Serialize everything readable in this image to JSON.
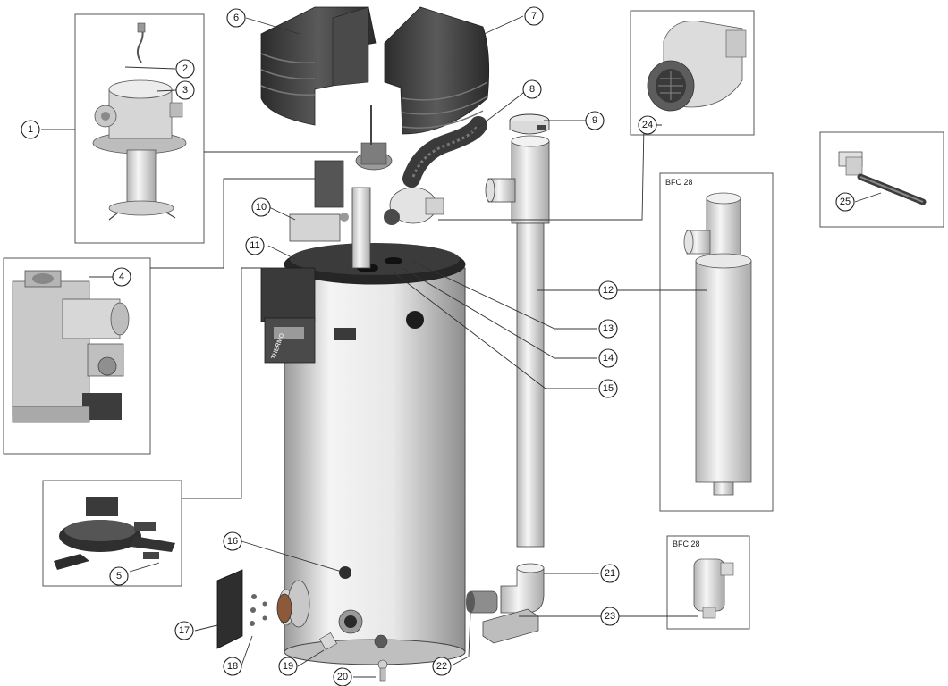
{
  "colors": {
    "part_fill": "#cfcfcf",
    "part_dark": "#3a3a3a",
    "part_mid": "#8a8a8a",
    "tank_light": "#e6e6e6",
    "line": "#333333",
    "background": "#ffffff"
  },
  "detail_boxes": {
    "bfc_large_label": "BFC 28",
    "bfc_small_label": "BFC 28"
  },
  "tank_labels": {
    "thermo": "THERMO"
  },
  "callouts": [
    "1",
    "2",
    "3",
    "4",
    "5",
    "6",
    "7",
    "8",
    "9",
    "10",
    "11",
    "12",
    "13",
    "14",
    "15",
    "16",
    "17",
    "18",
    "19",
    "20",
    "21",
    "22",
    "23",
    "24",
    "25"
  ]
}
